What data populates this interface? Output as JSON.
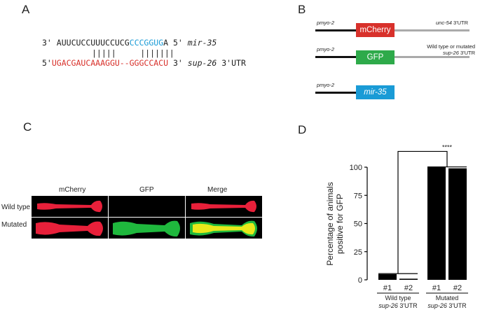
{
  "panels": {
    "a": "A",
    "b": "B",
    "c": "C",
    "d": "D"
  },
  "panel_a": {
    "mir35": {
      "prime_left": "3'",
      "seq_black": "AUUCUCCUUUCCUCG",
      "seq_blue": "CCCGGUG",
      "seq_end": "A",
      "prime_right": "5'",
      "name": "mir-35"
    },
    "pairs": "|||||     |||||||",
    "sup26": {
      "prime_left": "5'",
      "seq": "UGACGAUCAAAGGU--GGGCCACU",
      "prime_right": "3'",
      "name": "sup-26",
      "suffix": "3'UTR"
    }
  },
  "panel_b": {
    "constructs": [
      {
        "promoter": "pmyo-2",
        "box": "mCherry",
        "box_color": "#d8312b",
        "utr_name": "unc-54",
        "utr_suffix": "3'UTR"
      },
      {
        "promoter": "pmyo-2",
        "box": "GFP",
        "box_color": "#2eaa4a",
        "utr_line1": "Wild type or mutated",
        "utr_name": "sup-26",
        "utr_suffix": "3'UTR"
      },
      {
        "promoter": "pmyo-2",
        "box": "mir-35",
        "box_color": "#1a9bd6"
      }
    ]
  },
  "panel_c": {
    "columns": [
      "mCherry",
      "GFP",
      "Merge"
    ],
    "rows": [
      "Wild type",
      "Mutated"
    ],
    "colors": {
      "red": "#e8203a",
      "green": "#1fb83d",
      "yellow": "#e8e81a"
    }
  },
  "chart_data": {
    "type": "bar",
    "ylabel": "Percentage of animals positive for GFP",
    "ylim": [
      0,
      100
    ],
    "yticks": [
      "0",
      "25",
      "50",
      "75",
      "100"
    ],
    "categories": [
      "#1",
      "#2",
      "#1",
      "#2"
    ],
    "values": [
      5,
      1,
      100,
      99
    ],
    "groups": [
      {
        "line1": "Wild type",
        "name": "sup-26",
        "suffix": "3'UTR"
      },
      {
        "line1": "Mutated",
        "name": "sup-26",
        "suffix": "3'UTR"
      }
    ],
    "significance": "****",
    "bar_color": "#000000"
  }
}
